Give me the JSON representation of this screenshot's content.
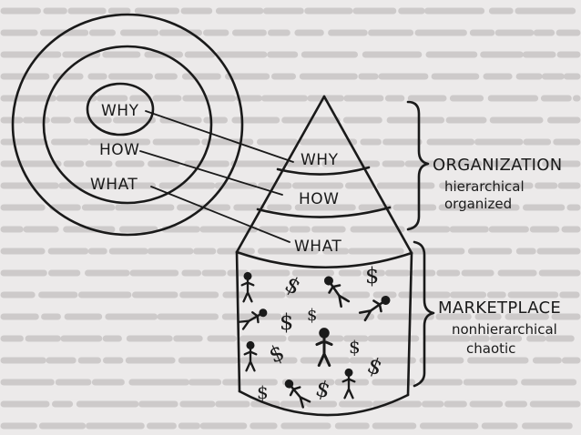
{
  "circles": {
    "why_label": "WHY",
    "how_label": "HOW",
    "what_label": "WHAT"
  },
  "cone": {
    "why_label": "WHY",
    "how_label": "HOW",
    "what_label": "WHAT"
  },
  "organization": {
    "title": "ORGANIZATION",
    "line1": "hierarchical",
    "line2": "organized"
  },
  "marketplace": {
    "title": "MARKETPLACE",
    "line1": "nonhierarchical",
    "line2": "chaotic"
  },
  "dollar_symbol": "$",
  "colors": {
    "ink": "#1a1a1a",
    "paper": "#eceaea",
    "bleed_through_text": "#cdcaca"
  }
}
